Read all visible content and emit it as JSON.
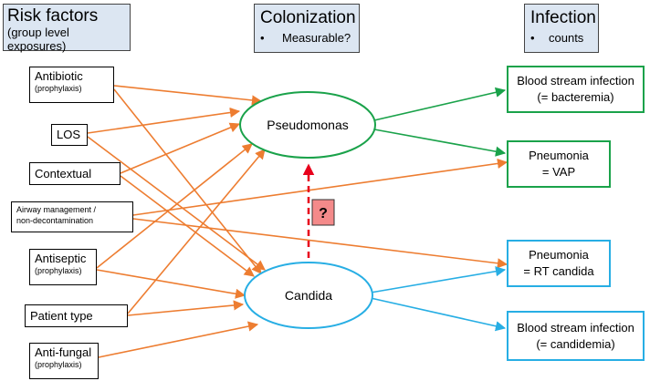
{
  "headers": {
    "risk": {
      "title": "Risk factors",
      "subtitle": "(group level exposures)"
    },
    "colonization": {
      "title": "Colonization",
      "bullet": "•",
      "subtitle": "Measurable?"
    },
    "infection": {
      "title": "Infection",
      "bullet": "•",
      "subtitle": "counts"
    }
  },
  "risk_factors": [
    {
      "label": "Antibiotic",
      "note": "(prophylaxis)"
    },
    {
      "label": "LOS"
    },
    {
      "label": "Contextual"
    },
    {
      "label": "Airway management /",
      "label2": "non-decontamination"
    },
    {
      "label": "Antiseptic",
      "note": "(prophylaxis)"
    },
    {
      "label": "Patient type"
    },
    {
      "label": "Anti-fungal",
      "note": "(prophylaxis)"
    }
  ],
  "colonization": {
    "pseudomonas": "Pseudomonas",
    "candida": "Candida",
    "link_label": "?"
  },
  "outcomes": [
    {
      "line1": "Blood stream infection",
      "line2": "(= bacteremia)"
    },
    {
      "line1": "Pneumonia",
      "line2": "= VAP"
    },
    {
      "line1": "Pneumonia",
      "line2": "= RT candida"
    },
    {
      "line1": "Blood stream infection",
      "line2": "(= candidemia)"
    }
  ],
  "colors": {
    "risk_arrow": "#ed7d31",
    "pseudomonas": "#1aa24a",
    "candida": "#27aee4",
    "link": "#e8001c",
    "link_label_bg": "#f48a8a",
    "header_bg": "#dce6f2"
  }
}
